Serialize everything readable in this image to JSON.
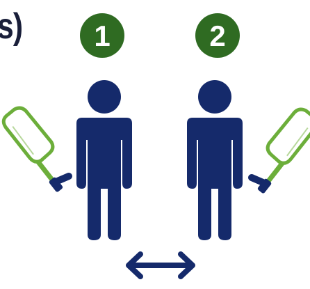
{
  "heading_fragment": "s)",
  "players": [
    {
      "number": "1"
    },
    {
      "number": "2"
    }
  ],
  "colors": {
    "badge_green": "#2f6b22",
    "figure_navy": "#152a6b",
    "paddle_green": "#6cae3a",
    "text_dark": "#1a1f3a",
    "arrow_navy": "#152a6b"
  },
  "icons": {
    "arrow": "double-headed-horizontal-arrow-icon",
    "paddle": "pickleball-paddle-icon",
    "person": "person-icon"
  }
}
